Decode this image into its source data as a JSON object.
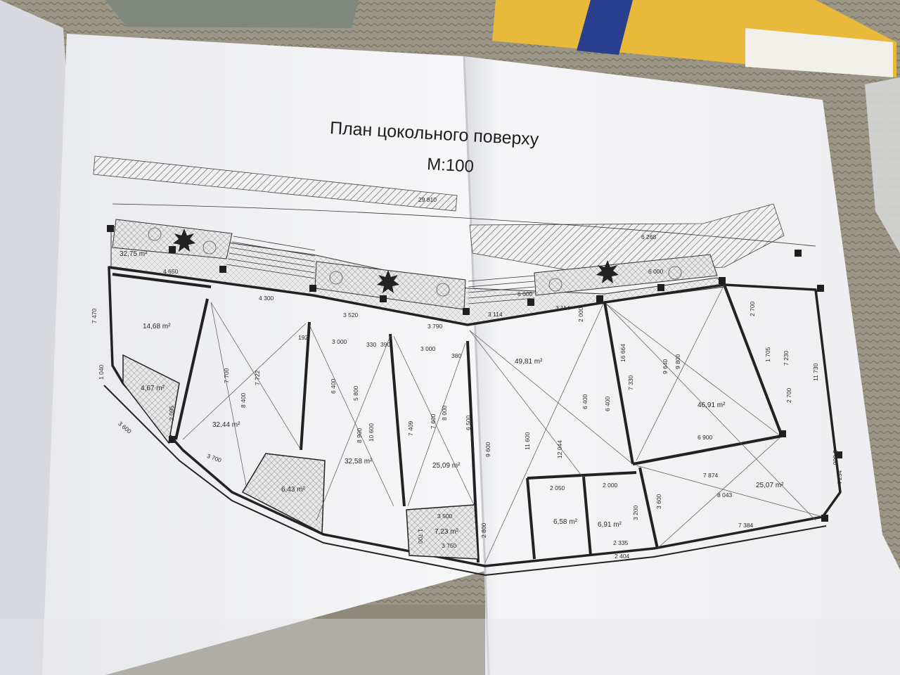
{
  "plan": {
    "title": "План цокольного поверху",
    "scale": "М:100"
  },
  "areas": [
    {
      "id": "a1",
      "text": "32,75 m²"
    },
    {
      "id": "a2",
      "text": "14,68 m²"
    },
    {
      "id": "a3",
      "text": "4,67 m²"
    },
    {
      "id": "a4",
      "text": "32,44 m²"
    },
    {
      "id": "a5",
      "text": "6,43 m²"
    },
    {
      "id": "a6",
      "text": "32,58 m²"
    },
    {
      "id": "a7",
      "text": "25,09 m²"
    },
    {
      "id": "a8",
      "text": "7,23 m²"
    },
    {
      "id": "a9",
      "text": "49,81 m²"
    },
    {
      "id": "a10",
      "text": "6,58 m²"
    },
    {
      "id": "a11",
      "text": "6,91 m²"
    },
    {
      "id": "a12",
      "text": "46,91 m²"
    },
    {
      "id": "a13",
      "text": "25,07 m²"
    }
  ],
  "dimensions": [
    {
      "id": "d1",
      "text": "29 810"
    },
    {
      "id": "d2",
      "text": "4 650"
    },
    {
      "id": "d3",
      "text": "4 300"
    },
    {
      "id": "d4",
      "text": "3 520"
    },
    {
      "id": "d5",
      "text": "3 790"
    },
    {
      "id": "d6",
      "text": "3 114"
    },
    {
      "id": "d7",
      "text": "3 114"
    },
    {
      "id": "d8",
      "text": "6 000"
    },
    {
      "id": "d9",
      "text": "6 268"
    },
    {
      "id": "d10",
      "text": "6 000"
    },
    {
      "id": "d11",
      "text": "192"
    },
    {
      "id": "d12",
      "text": "3 000"
    },
    {
      "id": "d13",
      "text": "330"
    },
    {
      "id": "d14",
      "text": "390"
    },
    {
      "id": "d15",
      "text": "3 000"
    },
    {
      "id": "d16",
      "text": "380"
    },
    {
      "id": "d17",
      "text": "7 700"
    },
    {
      "id": "d18",
      "text": "7 722"
    },
    {
      "id": "d19",
      "text": "8 400"
    },
    {
      "id": "d20",
      "text": "6 400"
    },
    {
      "id": "d21",
      "text": "5 800"
    },
    {
      "id": "d22",
      "text": "8 900"
    },
    {
      "id": "d23",
      "text": "10 600"
    },
    {
      "id": "d24",
      "text": "7 409"
    },
    {
      "id": "d25",
      "text": "7 600"
    },
    {
      "id": "d26",
      "text": "8 000"
    },
    {
      "id": "d27",
      "text": "6 500"
    },
    {
      "id": "d28",
      "text": "9 600"
    },
    {
      "id": "d29",
      "text": "11 600"
    },
    {
      "id": "d30",
      "text": "12 044"
    },
    {
      "id": "d31",
      "text": "6 400"
    },
    {
      "id": "d32",
      "text": "6 400"
    },
    {
      "id": "d33",
      "text": "7 330"
    },
    {
      "id": "d34",
      "text": "16 664"
    },
    {
      "id": "d35",
      "text": "9 640"
    },
    {
      "id": "d36",
      "text": "9 800"
    },
    {
      "id": "d37",
      "text": "2 700"
    },
    {
      "id": "d38",
      "text": "1 705"
    },
    {
      "id": "d39",
      "text": "2 700"
    },
    {
      "id": "d40",
      "text": "7 230"
    },
    {
      "id": "d41",
      "text": "11 730"
    },
    {
      "id": "d42",
      "text": "6 900"
    },
    {
      "id": "d43",
      "text": "7 874"
    },
    {
      "id": "d44",
      "text": "8 043"
    },
    {
      "id": "d45",
      "text": "7 384"
    },
    {
      "id": "d46",
      "text": "3 600"
    },
    {
      "id": "d47",
      "text": "3 200"
    },
    {
      "id": "d48",
      "text": "2 050"
    },
    {
      "id": "d49",
      "text": "2 000"
    },
    {
      "id": "d50",
      "text": "2 335"
    },
    {
      "id": "d51",
      "text": "2 404"
    },
    {
      "id": "d52",
      "text": "3 500"
    },
    {
      "id": "d53",
      "text": "3 750"
    },
    {
      "id": "d54",
      "text": "1 700"
    },
    {
      "id": "d55",
      "text": "2 800"
    },
    {
      "id": "d56",
      "text": "7 470"
    },
    {
      "id": "d57",
      "text": "1 040"
    },
    {
      "id": "d58",
      "text": "2 095"
    },
    {
      "id": "d59",
      "text": "3 600"
    },
    {
      "id": "d60",
      "text": "3 700"
    },
    {
      "id": "d61",
      "text": "3 800"
    },
    {
      "id": "d62",
      "text": "4 234"
    },
    {
      "id": "d63",
      "text": "2 000"
    }
  ],
  "colors": {
    "paper": "#f3f4f6",
    "line": "#2b2b2b",
    "carpet": "#8a8576",
    "package_yellow": "#e8b93a"
  }
}
